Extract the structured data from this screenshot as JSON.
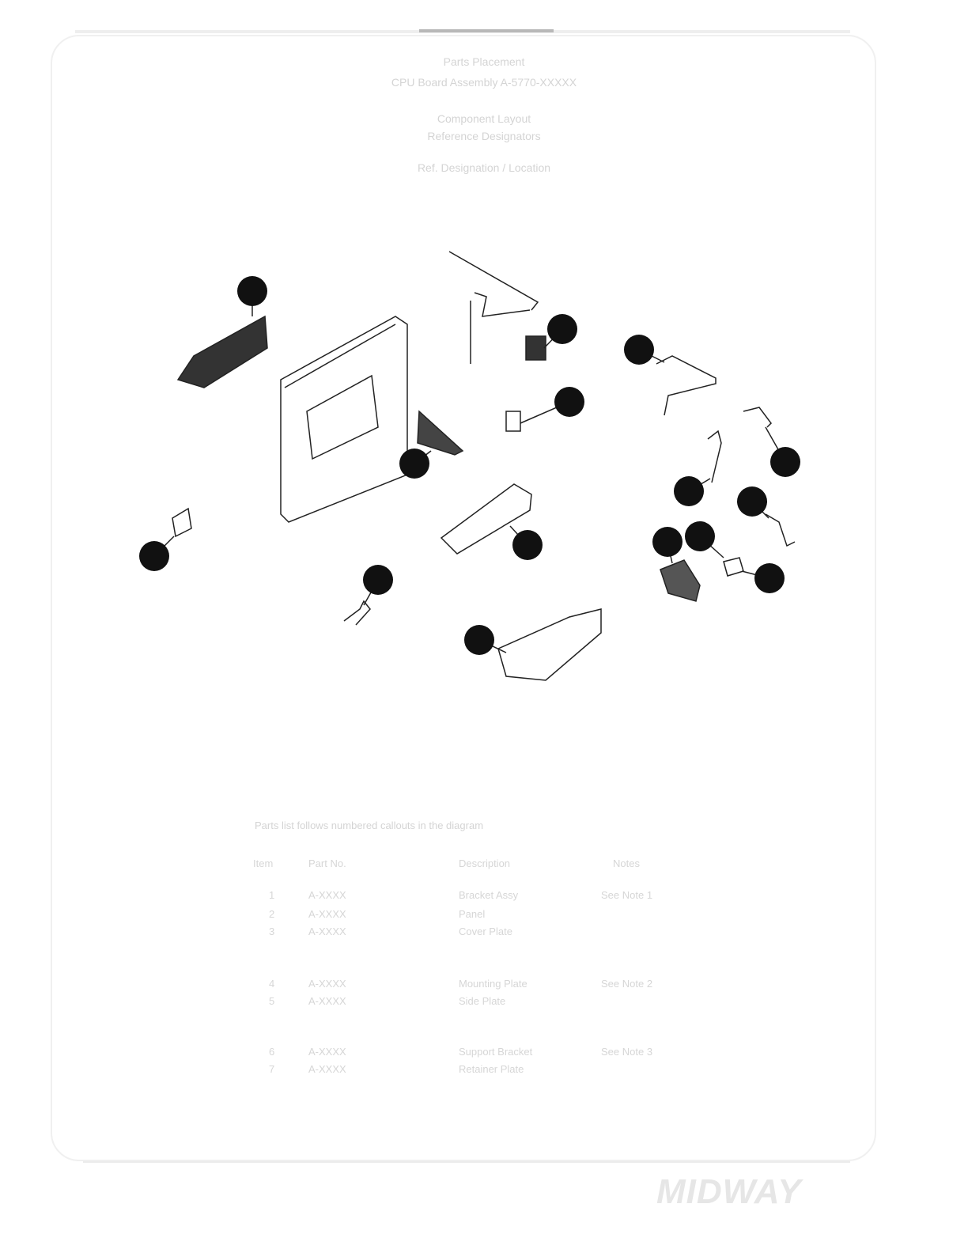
{
  "header": {
    "title": "Parts Placement",
    "subtitle": "CPU Board Assembly A-5770-XXXXX",
    "line3": "Component Layout",
    "line4": "Reference Designators",
    "line5": "Ref. Designation / Location"
  },
  "table": {
    "caption": "Parts list follows numbered callouts in the diagram",
    "headers": [
      "Item",
      "Part No.",
      "Description",
      "Notes"
    ],
    "rows": [
      [
        "1",
        "A-XXXX",
        "Bracket Assy",
        "See Note 1"
      ],
      [
        "2",
        "A-XXXX",
        "Panel",
        ""
      ],
      [
        "3",
        "A-XXXX",
        "Cover Plate",
        ""
      ],
      [
        "4",
        "A-XXXX",
        "Mounting Plate",
        "See Note 2"
      ],
      [
        "5",
        "A-XXXX",
        "Side Plate",
        ""
      ],
      [
        "6",
        "A-XXXX",
        "Support Bracket",
        "See Note 3"
      ],
      [
        "7",
        "A-XXXX",
        "Retainer Plate",
        ""
      ]
    ]
  },
  "callouts": 15,
  "logo": "MIDWAY"
}
